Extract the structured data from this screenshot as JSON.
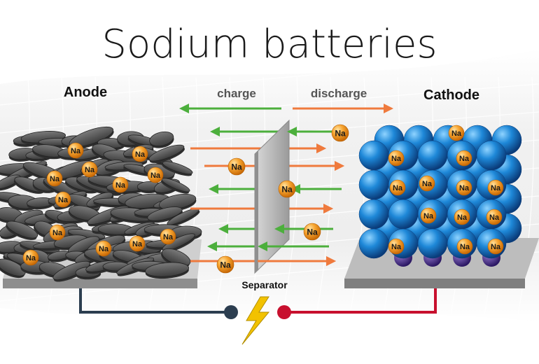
{
  "title": "Sodium batteries",
  "labels": {
    "anode": "Anode",
    "cathode": "Cathode",
    "charge": "charge",
    "discharge": "discharge",
    "separator": "Separator"
  },
  "ion_label": "Na",
  "colors": {
    "green_arrow": "#4caf3c",
    "orange_arrow": "#ef7a3d",
    "anode_wire": "#2c3e50",
    "cathode_wire": "#c8102e",
    "ion": "#f39c1f",
    "cathode_sphere": "#1e88d8",
    "cathode_small_sphere": "#4a2a8a",
    "anode_flake": "#555555",
    "separator": "#b8b8b8",
    "bolt": "#f2c200"
  },
  "icons": {
    "bolt": "lightning-bolt-icon"
  }
}
